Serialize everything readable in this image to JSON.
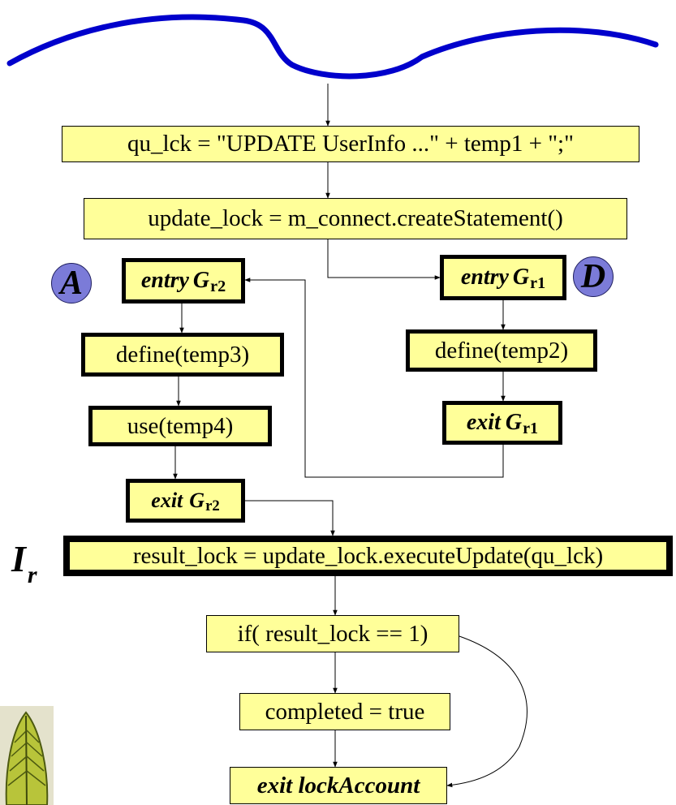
{
  "nodes": {
    "qu_lck": "qu_lck = \"UPDATE UserInfo ...\" + temp1 + \";\"",
    "update_lock": "update_lock = m_connect.createStatement()",
    "entry_g_r2": {
      "keyword": "entry",
      "graph": "G",
      "sub": "r2"
    },
    "define_temp3": "define(temp3)",
    "use_temp4": "use(temp4)",
    "exit_g_r2": {
      "keyword": "exit",
      "graph": "G",
      "sub": "r2"
    },
    "entry_g_r1": {
      "keyword": "entry",
      "graph": "G",
      "sub": "r1"
    },
    "define_temp2": "define(temp2)",
    "exit_g_r1": {
      "keyword": "exit",
      "graph": "G",
      "sub": "r1"
    },
    "result_lock": "result_lock = update_lock.executeUpdate(qu_lck)",
    "if_result": "if( result_lock == 1)",
    "completed": "completed = true",
    "exit_lock_account": "exit lockAccount"
  },
  "markers": {
    "a": "A",
    "d": "D",
    "ir_main": "I",
    "ir_sub": "r"
  },
  "colors": {
    "node_fill": "#ffff99",
    "marker_fill": "#7b7bd8",
    "wave": "#0000cc"
  }
}
